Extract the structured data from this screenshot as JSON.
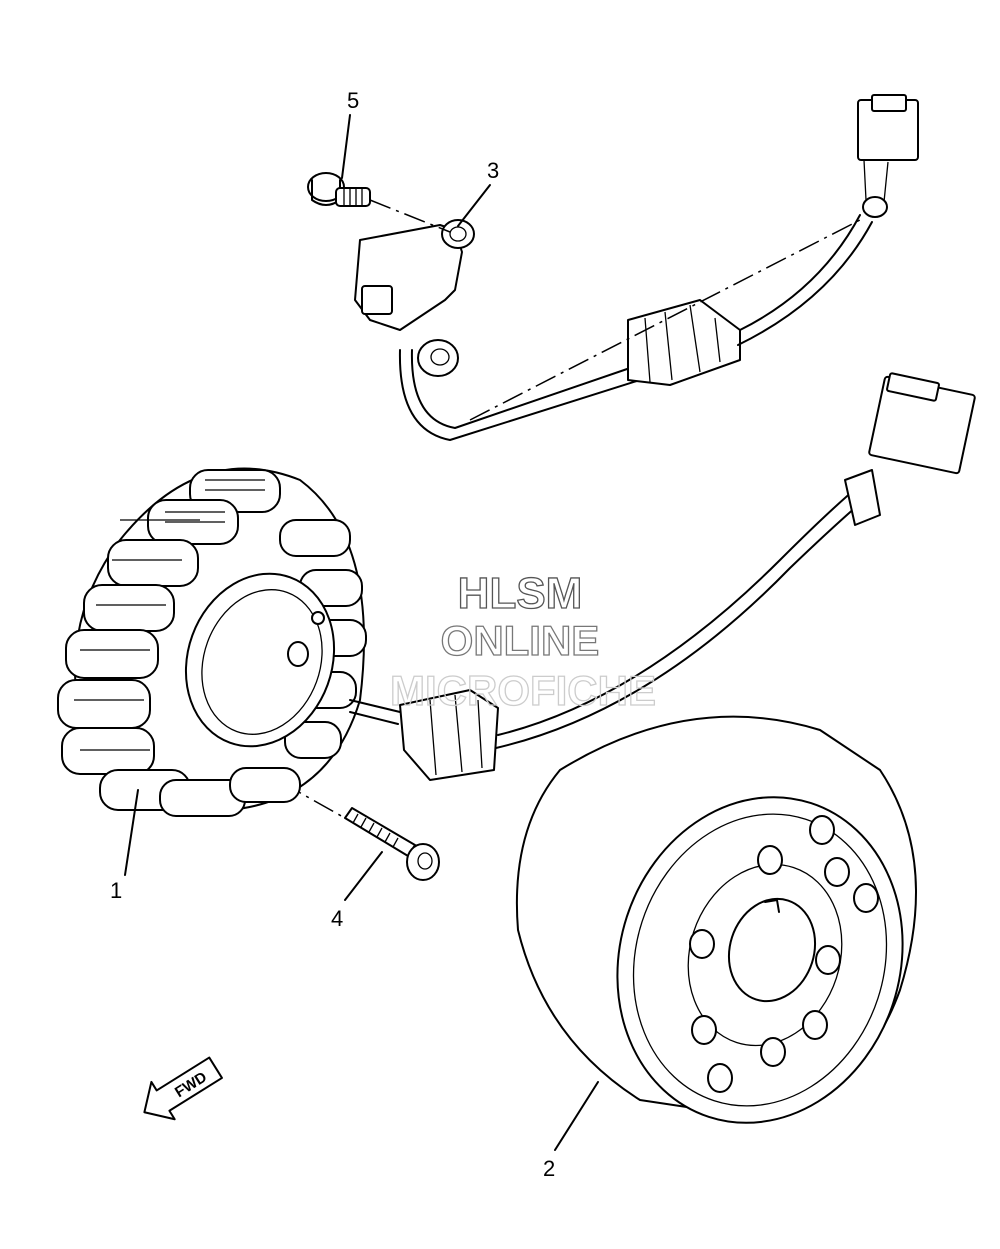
{
  "watermark": {
    "line1": "HLSM",
    "line2": "ONLINE",
    "line3": "MICROFICHE"
  },
  "callouts": [
    {
      "id": "1",
      "label": "1"
    },
    {
      "id": "2",
      "label": "2"
    },
    {
      "id": "3",
      "label": "3"
    },
    {
      "id": "4",
      "label": "4"
    },
    {
      "id": "5",
      "label": "5"
    }
  ],
  "direction_arrow": {
    "label": "FWD"
  }
}
